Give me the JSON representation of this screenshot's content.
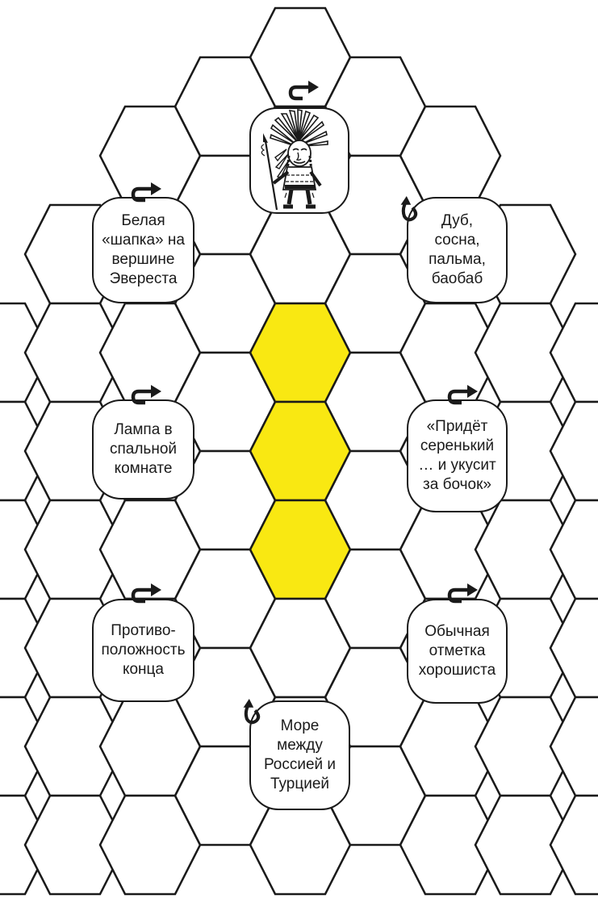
{
  "colors": {
    "grid": "#1a1a1a",
    "highlight": "#f9e812",
    "background": "#ffffff"
  },
  "start": {
    "image": "chief-with-feather-headdress",
    "arrow": "clockwise-return-arrow"
  },
  "clues": [
    {
      "id": "snow-cap",
      "text": "Белая\n«шапка» на\nвершине\nЭвереста",
      "arrow": "clockwise-return-arrow"
    },
    {
      "id": "trees",
      "text": "Дуб,\nсосна,\nпальма,\nбаобаб",
      "arrow": "counterclockwise-loop-arrow"
    },
    {
      "id": "lamp",
      "text": "Лампа в\nспальной\nкомнате",
      "arrow": "clockwise-return-arrow"
    },
    {
      "id": "lullaby",
      "text": "«Придёт\nсеренький\n… и укусит\nза бочок»",
      "arrow": "clockwise-return-arrow"
    },
    {
      "id": "opposite",
      "text": "Противо-\nположность\nконца",
      "arrow": "clockwise-return-arrow"
    },
    {
      "id": "grade",
      "text": "Обычная\nотметка\nхорошиста",
      "arrow": "clockwise-return-arrow"
    },
    {
      "id": "sea",
      "text": "Море\nмежду\nРоссией и\nТурцией",
      "arrow": "counterclockwise-loop-arrow"
    }
  ]
}
